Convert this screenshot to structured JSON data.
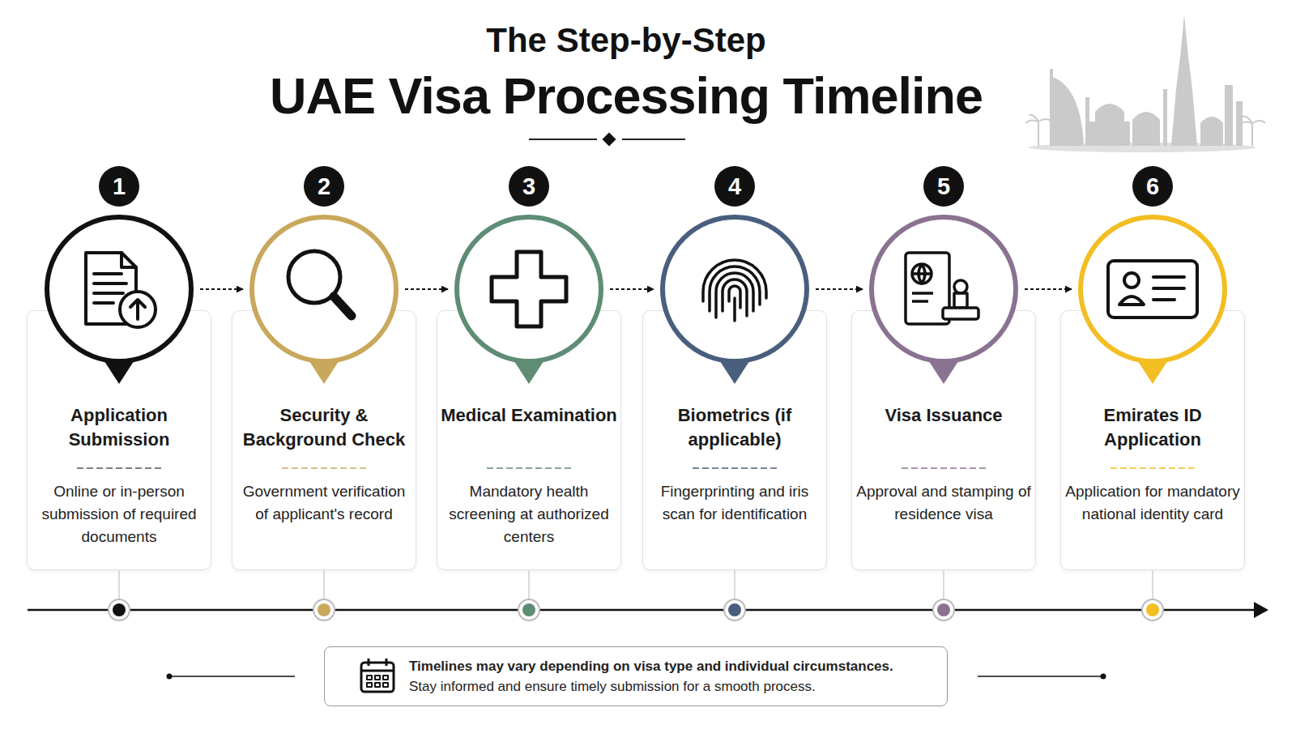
{
  "diagram": {
    "title": "UAE Visa Processing Timeline",
    "nodes": [
      {
        "text": [
          "Application Submission",
          "Online or in-person submission of required documents"
        ]
      },
      {
        "text": [
          "Security & Background Check",
          "Government verification of applicant's record"
        ]
      },
      {
        "text": [
          "Medical Examination",
          "Mandatory health screening at authorized centers"
        ]
      },
      {
        "text": [
          "Biometrics (if applicable)",
          "Fingerprinting and iris scan for identification"
        ]
      },
      {
        "text": [
          "Visa Issuance",
          "Approval and stamping of residence visa"
        ]
      },
      {
        "text": [
          "Emirates ID Application",
          "Application for mandatory national identity card"
        ]
      },
      {
        "text": [
          "Timelines may vary depending on visa type and individual circumstances.",
          "Stay informed and ensure timely submission for a smooth process."
        ]
      }
    ],
    "edges": [
      {
        "from": 0,
        "to": 1,
        "arrow": "to"
      },
      {
        "from": 1,
        "to": 2,
        "arrow": "to"
      },
      {
        "from": 2,
        "to": 3,
        "arrow": "to"
      },
      {
        "from": 3,
        "to": 4,
        "arrow": "to"
      },
      {
        "from": 4,
        "to": 5,
        "arrow": "to"
      }
    ],
    "labels": [
      "The Step-by-Step",
      "1",
      "2",
      "3",
      "4",
      "5",
      "6"
    ]
  }
}
